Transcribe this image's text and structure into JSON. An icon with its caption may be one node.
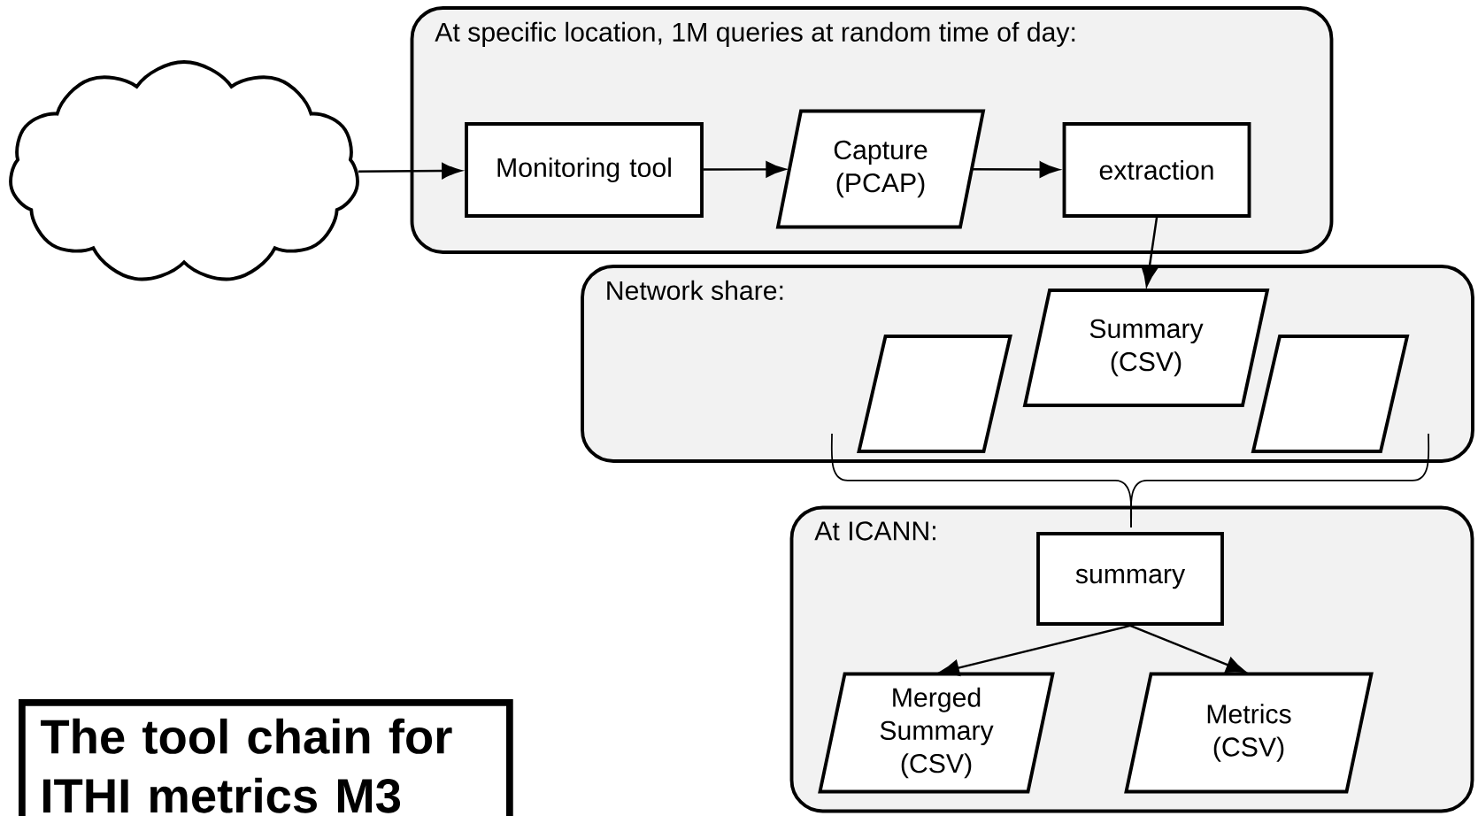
{
  "diagram": {
    "title": "The tool chain for ITHI metrics M3",
    "nodes": [
      {
        "text": [],
        "shape": "cloud"
      },
      {
        "text": [
          "At specific location, 1M queries at random time of day:"
        ]
      },
      {
        "text": [
          "Monitoring tool"
        ],
        "in": 1
      },
      {
        "text": [
          "Capture (PCAP)"
        ],
        "in": 1
      },
      {
        "text": [
          "extraction"
        ],
        "in": 1
      },
      {
        "text": [
          "Network share:"
        ]
      },
      {
        "text": [],
        "shape": "parallelogram",
        "in": 5
      },
      {
        "text": [
          "Summary (CSV)"
        ],
        "in": 5
      },
      {
        "text": [],
        "shape": "parallelogram",
        "in": 5
      },
      {
        "text": [
          "At ICANN:"
        ]
      },
      {
        "text": [
          "summary"
        ],
        "in": 9
      },
      {
        "text": [
          "Merged Summary (CSV)"
        ],
        "in": 9
      },
      {
        "text": [
          "Metrics (CSV)"
        ],
        "in": 9
      }
    ],
    "edges": [
      {
        "from": 0,
        "to": 2,
        "arrow": "to"
      },
      {
        "from": 2,
        "to": 3,
        "arrow": "to"
      },
      {
        "from": 3,
        "to": 4,
        "arrow": "to"
      },
      {
        "from": 4,
        "to": 7,
        "arrow": "to"
      },
      {
        "from": 10,
        "to": 11,
        "arrow": "to"
      },
      {
        "from": 10,
        "to": 12,
        "arrow": "to"
      }
    ]
  }
}
